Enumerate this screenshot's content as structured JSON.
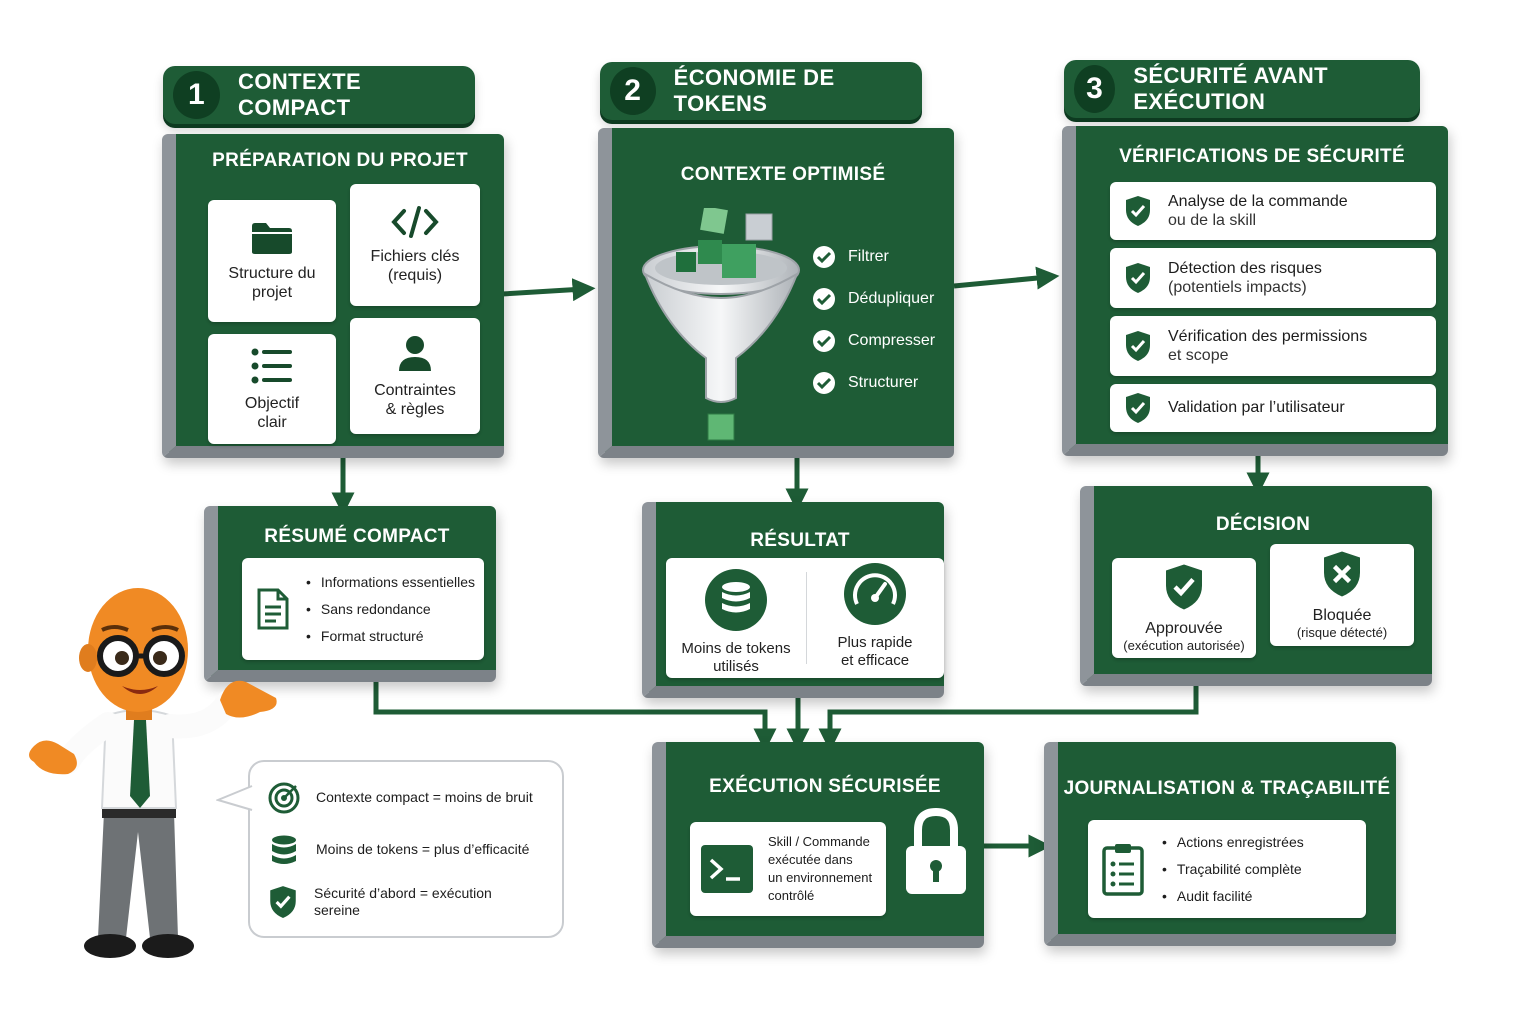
{
  "steps": [
    {
      "number": "1",
      "title": "Contexte compact"
    },
    {
      "number": "2",
      "title": "Économie de tokens"
    },
    {
      "number": "3",
      "title": "Sécurité avant exécution"
    }
  ],
  "preparation": {
    "title": "Préparation du projet",
    "tiles": [
      {
        "label": "Structure du projet",
        "icon": "folder-icon"
      },
      {
        "label": "Fichiers clés (requis)",
        "icon": "code-icon"
      },
      {
        "label": "Objectif clair",
        "icon": "list-icon"
      },
      {
        "label": "Contraintes & règles",
        "icon": "user-icon"
      }
    ]
  },
  "context_optimized": {
    "title": "Contexte optimisé",
    "checks": [
      "Filtrer",
      "Dédupliquer",
      "Compresser",
      "Structurer"
    ]
  },
  "security_checks": {
    "title": "Vérifications de sécurité",
    "items": [
      {
        "line1": "Analyse de la commande",
        "line2": "ou de la skill"
      },
      {
        "line1": "Détection des risques",
        "line2": "(potentiels impacts)"
      },
      {
        "line1": "Vérification des permissions",
        "line2": "et scope"
      },
      {
        "line1": "Validation par l’utilisateur",
        "line2": ""
      }
    ]
  },
  "summary": {
    "title": "Résumé compact",
    "bullets": [
      "Informations essentielles",
      "Sans redondance",
      "Format structuré"
    ]
  },
  "result": {
    "title": "Résultat",
    "left": {
      "line1": "Moins de tokens",
      "line2": "utilisés"
    },
    "right": {
      "line1": "Plus rapide",
      "line2": "et efficace"
    }
  },
  "decision": {
    "title": "Décision",
    "approved": {
      "label": "Approuvée",
      "sub": "(exécution autorisée)"
    },
    "blocked": {
      "label": "Bloquée",
      "sub": "(risque détecté)"
    }
  },
  "execution": {
    "title": "Exécution sécurisée",
    "text": [
      "Skill / Commande",
      "exécutée dans",
      "un environnement",
      "contrôlé"
    ]
  },
  "logging": {
    "title": "Journalisation & traçabilité",
    "bullets": [
      "Actions enregistrées",
      "Traçabilité complète",
      "Audit facilité"
    ]
  },
  "bubble": {
    "items": [
      {
        "line1": "Contexte compact = moins de bruit",
        "line2": "",
        "icon": "target-icon"
      },
      {
        "line1": "Moins de tokens = plus d’efficacité",
        "line2": "",
        "icon": "database-icon"
      },
      {
        "line1": "Sécurité d’abord = exécution",
        "line2": "sereine",
        "icon": "shield-check-icon"
      }
    ]
  },
  "colors": {
    "primary": "#1e5c36",
    "dark": "#0f3f22",
    "side": "#8e949a",
    "mascot": "#f08a24"
  }
}
